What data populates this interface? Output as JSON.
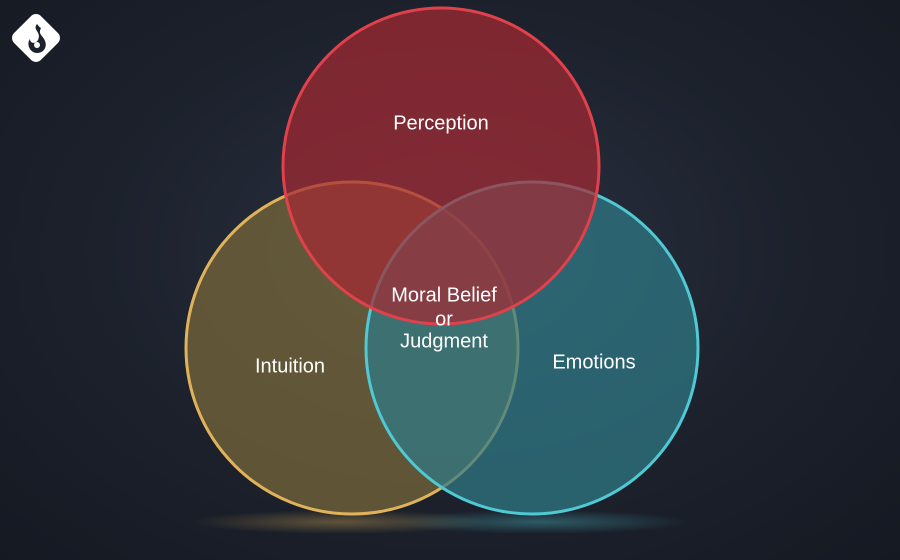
{
  "logo": {
    "icon": "flame-diamond-logo-icon",
    "color": "#ffffff"
  },
  "venn": {
    "sets": [
      {
        "id": "perception",
        "label": "Perception",
        "fill": "#a32a33",
        "stroke": "#e0414a"
      },
      {
        "id": "intuition",
        "label": "Intuition",
        "fill": "#7a6a3a",
        "stroke": "#e0b35a"
      },
      {
        "id": "emotions",
        "label": "Emotions",
        "fill": "#2f7a86",
        "stroke": "#4fc9d4"
      }
    ],
    "center": {
      "lines": [
        "Moral Belief",
        "or",
        "Judgment"
      ]
    }
  }
}
